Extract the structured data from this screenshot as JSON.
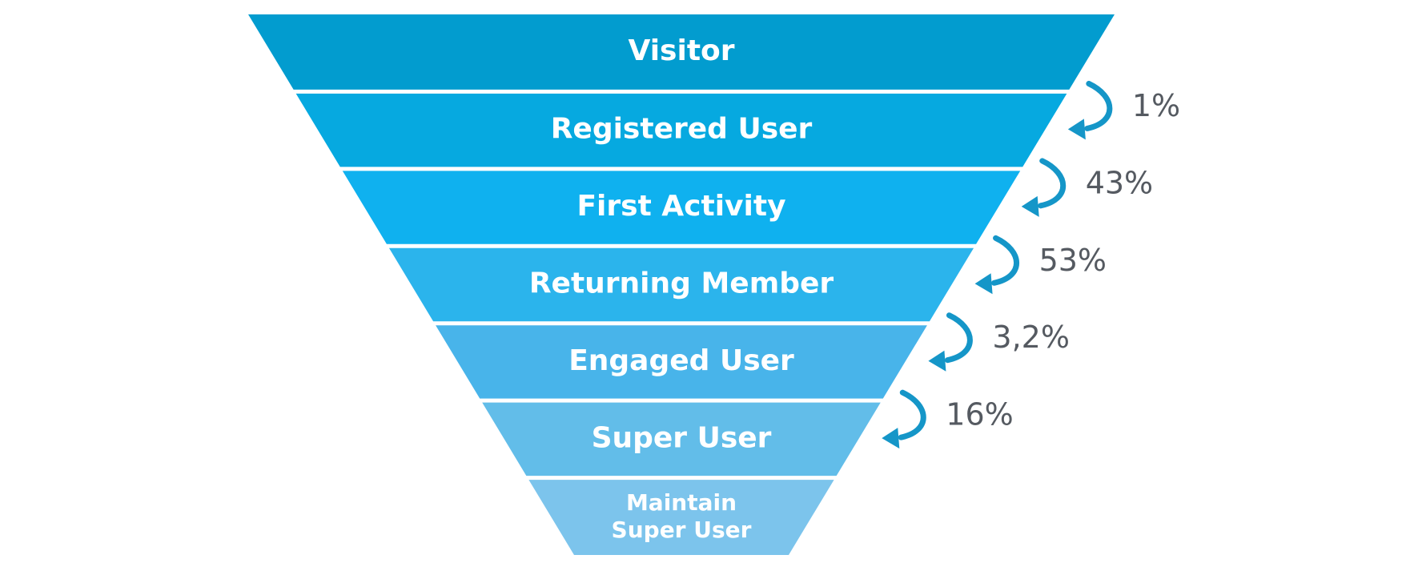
{
  "stages": [
    {
      "label": "Visitor",
      "color": "#029ccf"
    },
    {
      "label": "Registered User",
      "color": "#06a9e0"
    },
    {
      "label": "First Activity",
      "color": "#0fb1ef"
    },
    {
      "label": "Returning Member",
      "color": "#2bb4ec"
    },
    {
      "label": "Engaged User",
      "color": "#48b4ea"
    },
    {
      "label": "Super User",
      "color": "#62bde9"
    },
    {
      "label": "Maintain Super User",
      "color": "#7cc4ec",
      "lines": [
        "Maintain",
        "Super User"
      ]
    }
  ],
  "conversion_rates": [
    {
      "label": "1%",
      "color": "#1596c8"
    },
    {
      "label": "43%",
      "color": "#1596c8"
    },
    {
      "label": "53%",
      "color": "#1596c8"
    },
    {
      "label": "3,2%",
      "color": "#1596c8"
    },
    {
      "label": "16%",
      "color": "#1596c8"
    }
  ]
}
